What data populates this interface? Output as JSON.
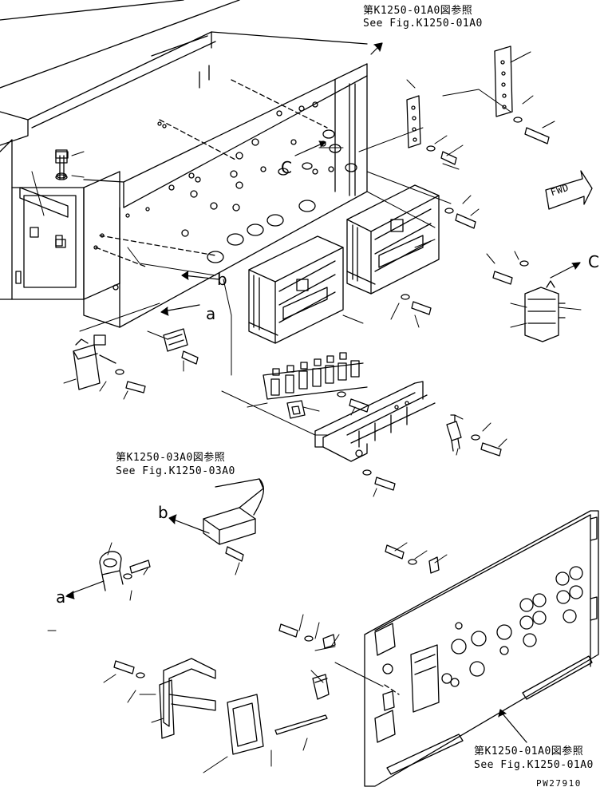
{
  "references": {
    "top": {
      "line1": "第K1250-01A0図参照",
      "line2": "See Fig.K1250-01A0"
    },
    "middle": {
      "line1": "第K1250-03A0図参照",
      "line2": "See Fig.K1250-03A0"
    },
    "bottom": {
      "line1": "第K1250-01A0図参照",
      "line2": "See Fig.K1250-01A0"
    }
  },
  "direction": {
    "fwd": "FWD"
  },
  "connection_letters": {
    "a1": "a",
    "a2": "a",
    "b1": "b",
    "b2": "b",
    "c1": "C",
    "c2": "C"
  },
  "drawing_number": "PW27910",
  "colors": {
    "line": "#000000",
    "background": "#ffffff"
  }
}
